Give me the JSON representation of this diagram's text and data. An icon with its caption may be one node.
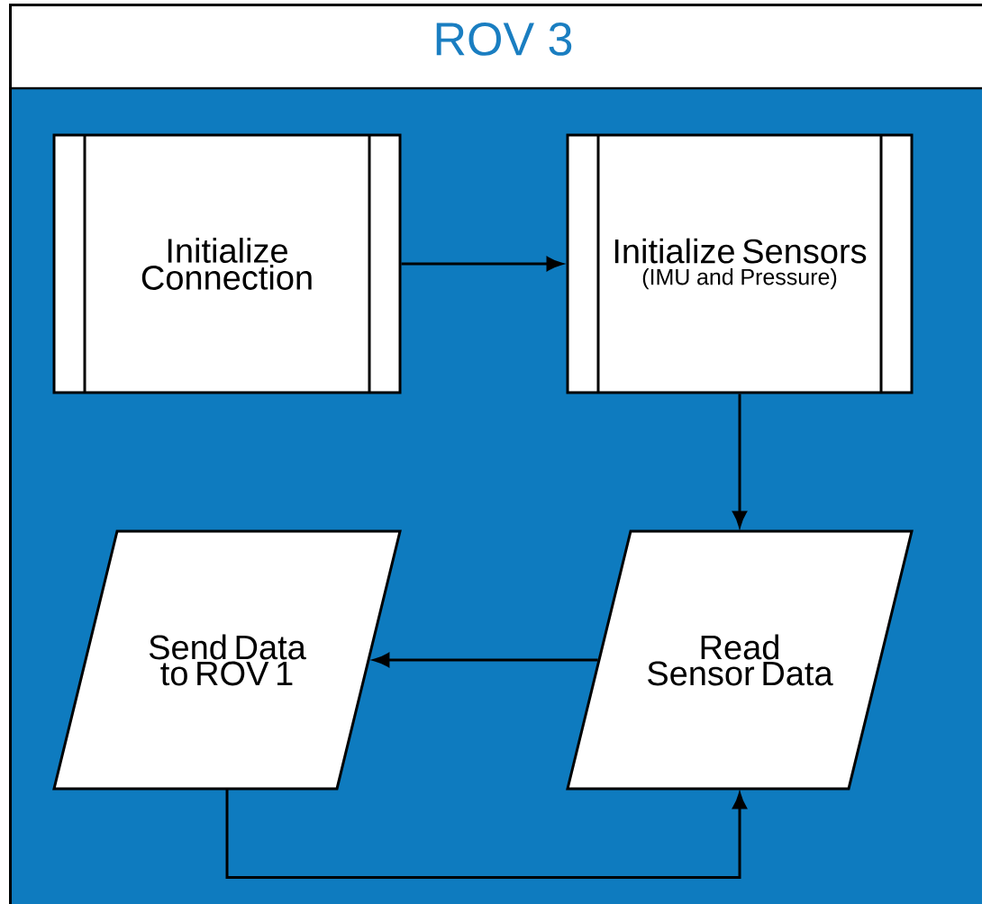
{
  "diagram": {
    "nodes": [
      {
        "text": [
          "ROV 3"
        ]
      },
      {
        "text": [
          "Initialize Connection"
        ],
        "in": 0
      },
      {
        "text": [
          "Initialize Sensors",
          "(IMU and Pressure)"
        ],
        "in": 0
      },
      {
        "text": [
          "Send Data to ROV 1"
        ],
        "in": 0
      },
      {
        "text": [
          "Read Sensor Data"
        ],
        "in": 0
      }
    ],
    "edges": [
      {
        "from": 1,
        "to": 2,
        "arrow": "to"
      },
      {
        "from": 2,
        "to": 4,
        "arrow": "to"
      },
      {
        "from": 4,
        "to": 3,
        "arrow": "to"
      },
      {
        "from": 3,
        "to": 4,
        "arrow": "to"
      }
    ]
  }
}
